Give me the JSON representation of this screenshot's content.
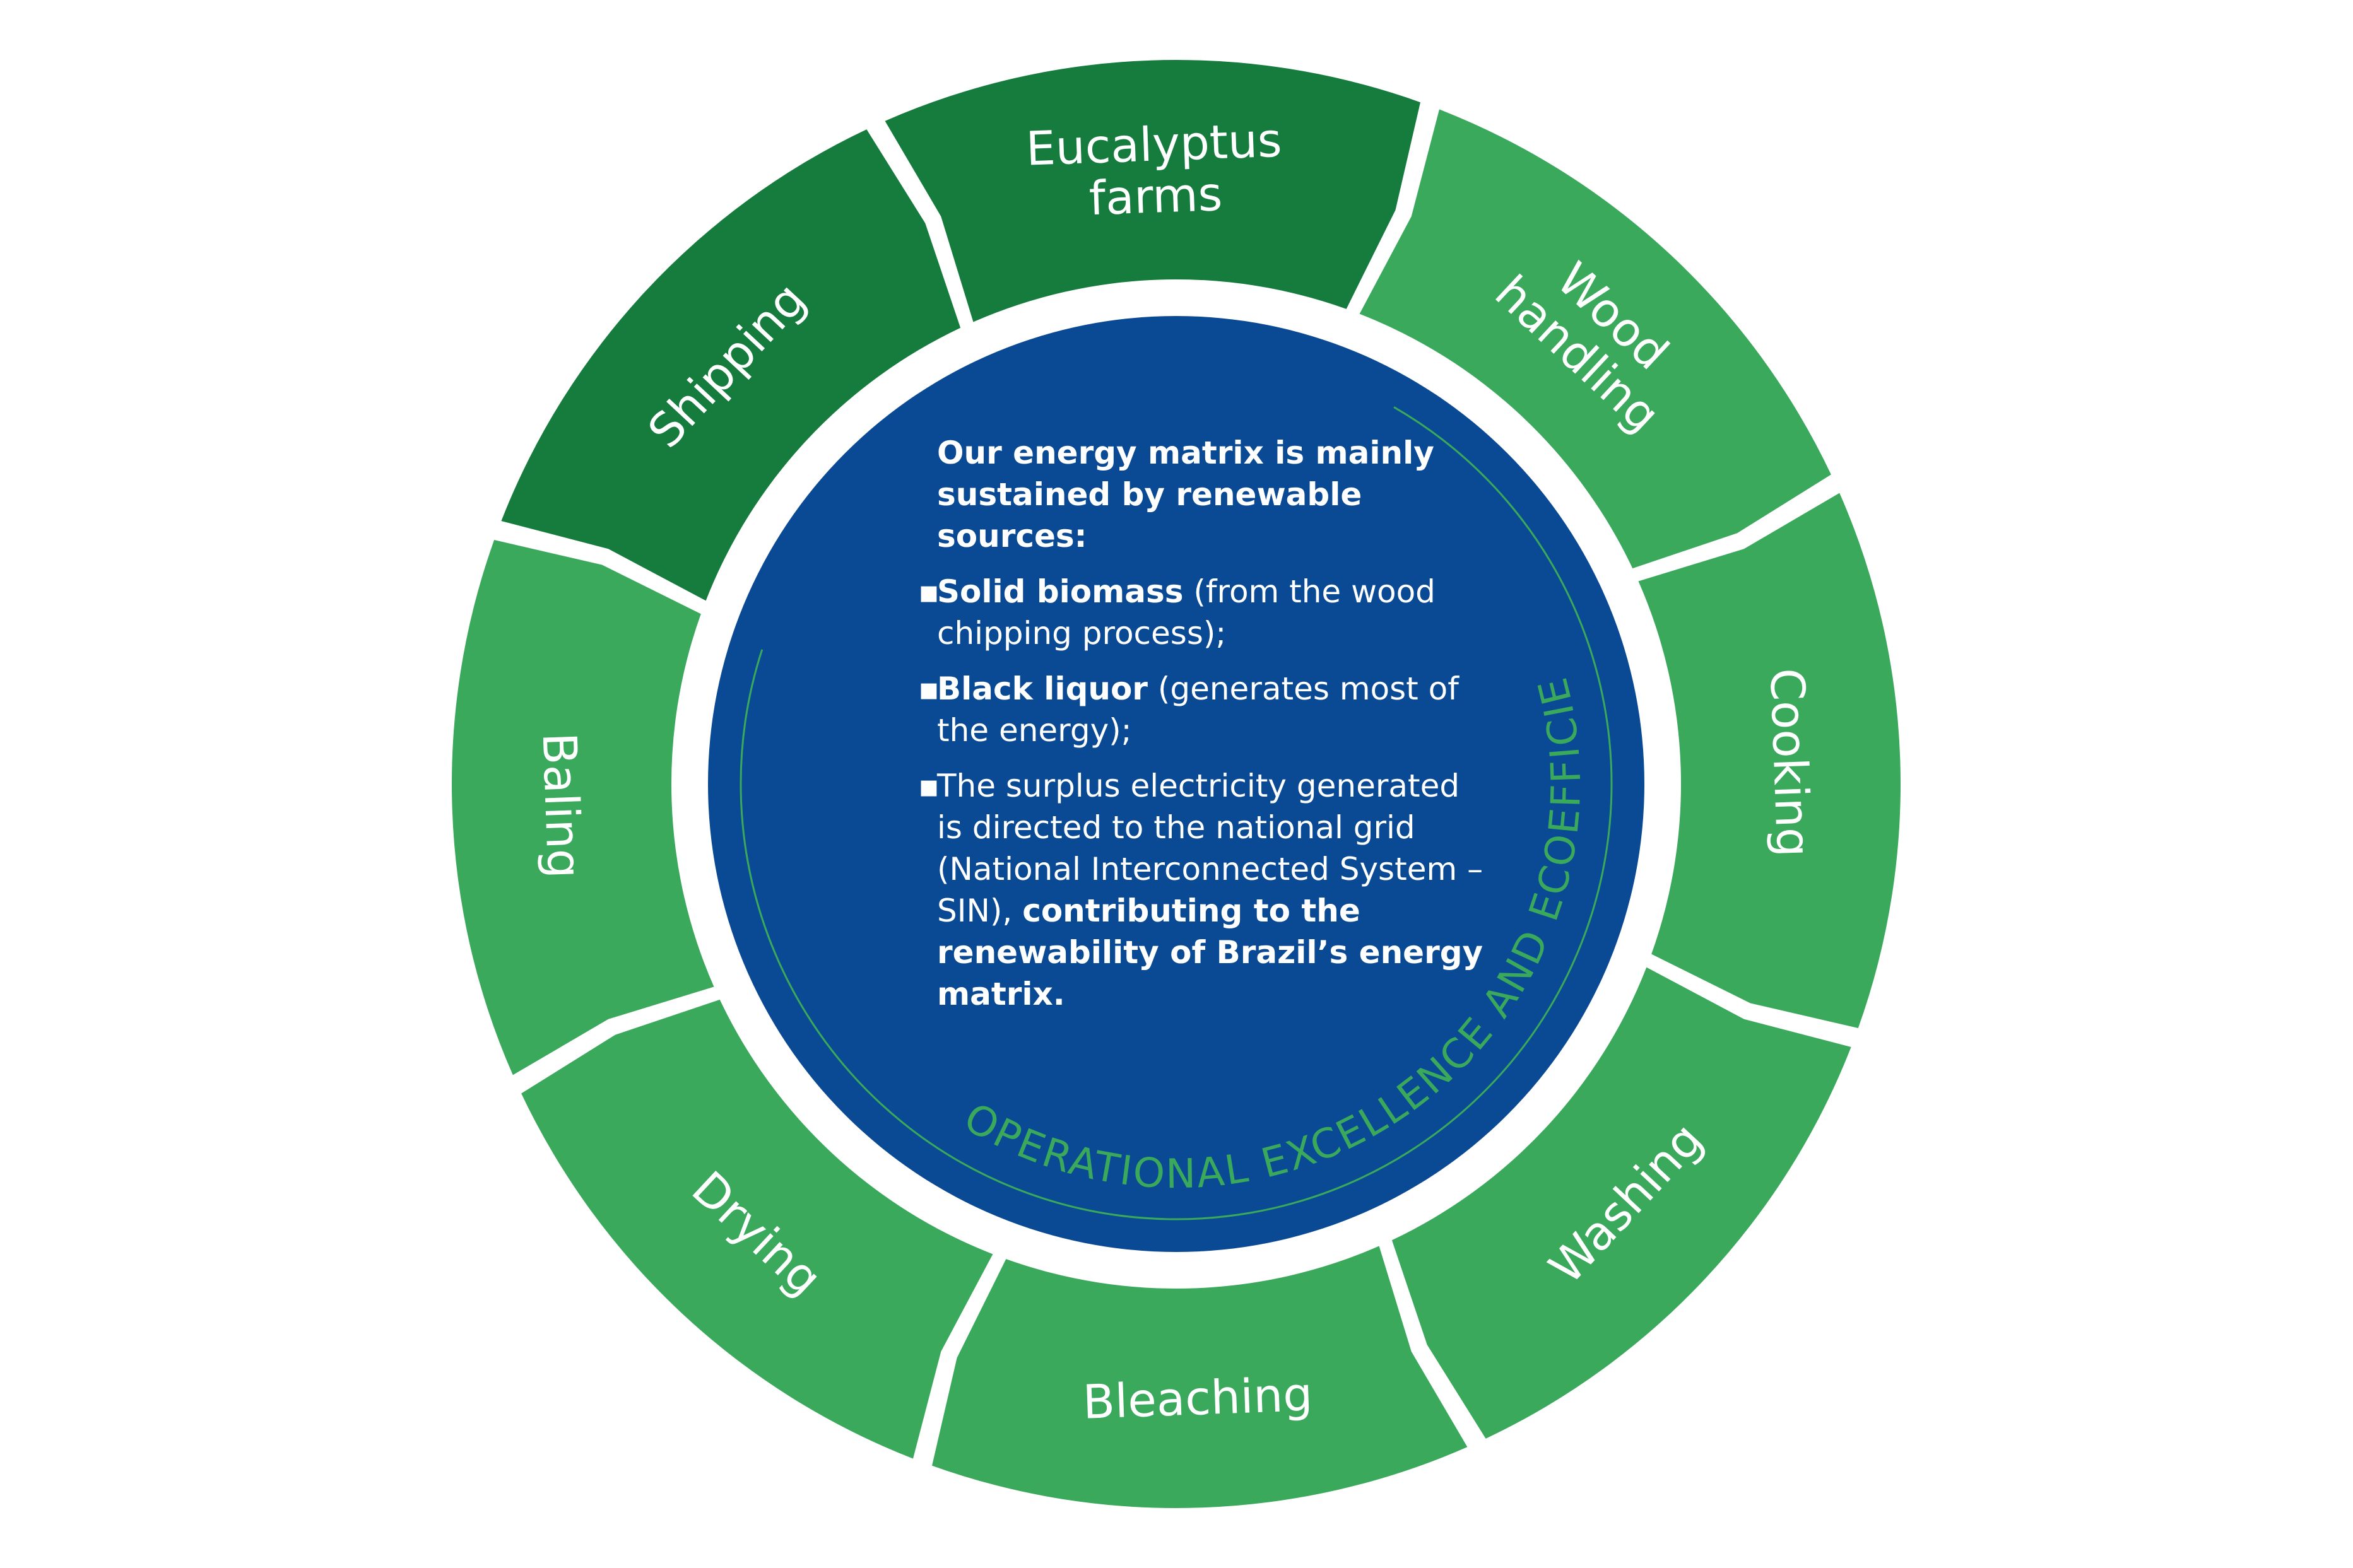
{
  "segments": [
    {
      "id": "eucalyptus",
      "lines": [
        "Eucalyptus",
        "farms"
      ],
      "color": "#157c3e"
    },
    {
      "id": "wood-handling",
      "lines": [
        "Wood",
        "handling"
      ],
      "color": "#3aa95c"
    },
    {
      "id": "cooking",
      "lines": [
        "Cooking"
      ],
      "color": "#3aa95c"
    },
    {
      "id": "washing",
      "lines": [
        "Washing"
      ],
      "color": "#3aa95c"
    },
    {
      "id": "bleaching",
      "lines": [
        "Bleaching"
      ],
      "color": "#3aa95c"
    },
    {
      "id": "drying",
      "lines": [
        "Drying"
      ],
      "color": "#3aa95c"
    },
    {
      "id": "baling",
      "lines": [
        "Baling"
      ],
      "color": "#3aa95c"
    },
    {
      "id": "shipping",
      "lines": [
        "Shipping"
      ],
      "color": "#157c3e"
    }
  ],
  "colors": {
    "dark_green": "#157c3e",
    "light_green": "#3aa95c",
    "center_blue": "#0a4a94",
    "text_white": "#ffffff"
  },
  "center": {
    "intro": "Our energy matrix is mainly sustained by renewable sources:",
    "bullet_glyph": "▪",
    "sources": [
      {
        "bold": "Solid biomass",
        "text": " (from the wood chipping process);"
      },
      {
        "bold": "Black liquor",
        "text": " (generates most of the energy);"
      },
      {
        "bold": "",
        "text": "The surplus electricity generated is directed to the national grid (National Interconnected System – SIN), ",
        "bold_tail": "contributing  to the renewability of Brazil’s energy matrix."
      }
    ]
  },
  "arc_text": "OPERATIONAL EXCELLENCE AND ECOEFFICIENCY"
}
